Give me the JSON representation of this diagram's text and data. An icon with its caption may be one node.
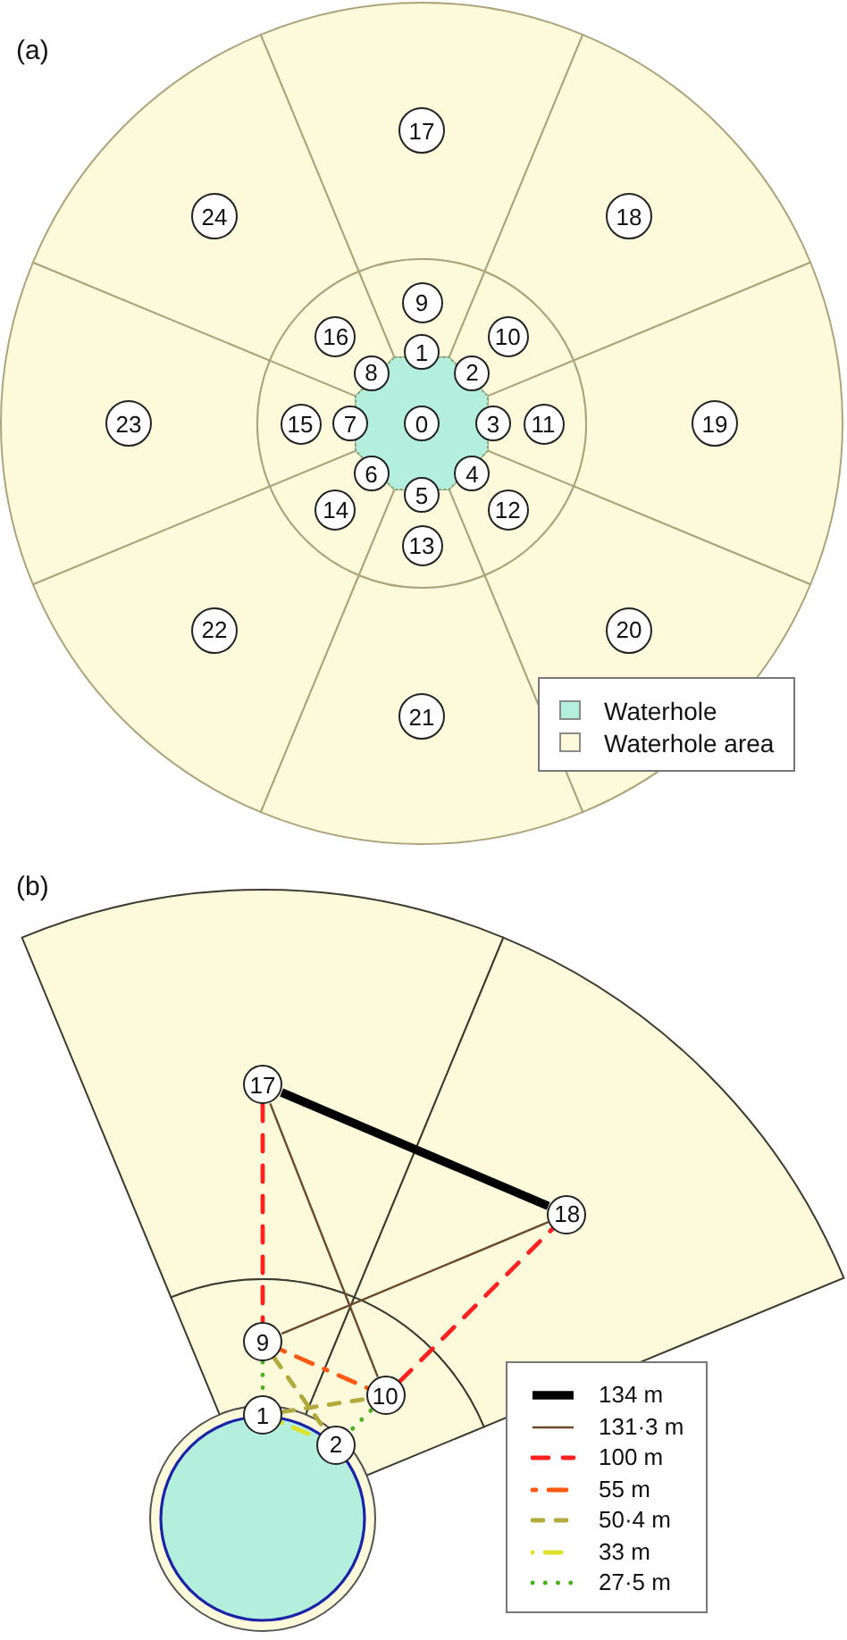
{
  "diagram": {
    "nodes": [
      {
        "text": [
          "0"
        ]
      },
      {
        "text": [
          "1"
        ]
      },
      {
        "text": [
          "2"
        ]
      },
      {
        "text": [
          "3"
        ]
      },
      {
        "text": [
          "4"
        ]
      },
      {
        "text": [
          "5"
        ]
      },
      {
        "text": [
          "6"
        ]
      },
      {
        "text": [
          "7"
        ]
      },
      {
        "text": [
          "8"
        ]
      },
      {
        "text": [
          "9"
        ]
      },
      {
        "text": [
          "10"
        ]
      },
      {
        "text": [
          "11"
        ]
      },
      {
        "text": [
          "12"
        ]
      },
      {
        "text": [
          "13"
        ]
      },
      {
        "text": [
          "14"
        ]
      },
      {
        "text": [
          "15"
        ]
      },
      {
        "text": [
          "16"
        ]
      },
      {
        "text": [
          "17"
        ]
      },
      {
        "text": [
          "18"
        ]
      },
      {
        "text": [
          "19"
        ]
      },
      {
        "text": [
          "20"
        ]
      },
      {
        "text": [
          "21"
        ]
      },
      {
        "text": [
          "22"
        ]
      },
      {
        "text": [
          "23"
        ]
      },
      {
        "text": [
          "24"
        ]
      },
      {
        "text": [
          "17"
        ]
      },
      {
        "text": [
          "18"
        ]
      },
      {
        "text": [
          "9"
        ]
      },
      {
        "text": [
          "10"
        ]
      },
      {
        "text": [
          "1"
        ]
      },
      {
        "text": [
          "2"
        ]
      }
    ],
    "edges": [
      {
        "from": 25,
        "to": 26,
        "arrow": "none",
        "style": "thick",
        "color": "#000000"
      },
      {
        "from": 25,
        "to": 28,
        "arrow": "none",
        "color": "#6b4a2c"
      },
      {
        "from": 27,
        "to": 26,
        "arrow": "none",
        "color": "#6b4a2c"
      },
      {
        "from": 25,
        "to": 27,
        "arrow": "none",
        "style": "dashed",
        "color": "#ff2020"
      },
      {
        "from": 28,
        "to": 26,
        "arrow": "none",
        "style": "dashed",
        "color": "#ff2020"
      },
      {
        "from": 27,
        "to": 28,
        "arrow": "none",
        "style": "dashed",
        "color": "#ff5a14"
      },
      {
        "from": 27,
        "to": 30,
        "arrow": "none",
        "style": "dashed",
        "color": "#b3aa3e"
      },
      {
        "from": 29,
        "to": 28,
        "arrow": "none",
        "style": "dashed",
        "color": "#b3aa3e"
      },
      {
        "from": 29,
        "to": 30,
        "arrow": "none",
        "style": "dashed",
        "color": "#dde228"
      },
      {
        "from": 27,
        "to": 29,
        "arrow": "none",
        "style": "dashed",
        "color": "#4caf1e"
      },
      {
        "from": 28,
        "to": 30,
        "arrow": "none",
        "style": "dashed",
        "color": "#4caf1e"
      }
    ],
    "labels": [
      "(a)",
      "(b)"
    ],
    "legend": [
      {
        "text": "Waterhole",
        "color": "#b4eedd"
      },
      {
        "text": "Waterhole area",
        "color": "#fcfadb"
      },
      {
        "text": "134 m"
      },
      {
        "text": "131·3 m"
      },
      {
        "text": "100 m"
      },
      {
        "text": "55 m"
      },
      {
        "text": "50·4 m"
      },
      {
        "text": "33 m"
      },
      {
        "text": "27·5 m"
      }
    ]
  }
}
